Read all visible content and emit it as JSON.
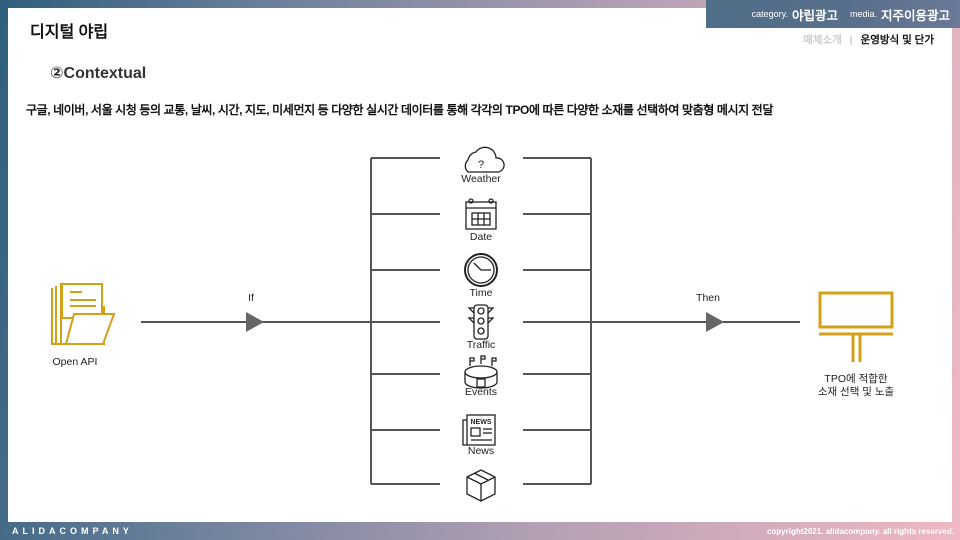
{
  "header": {
    "category_prefix": "category.",
    "category": "야립광고",
    "media_prefix": "media.",
    "media": "지주이용광고",
    "sub_inactive": "매체소개",
    "sub_sep": "|",
    "sub_active": "운영방식 및 단가"
  },
  "page": {
    "title": "디지털 야립",
    "section": "②Contextual",
    "description": "구글, 네이버, 서울 시청 등의 교통, 날씨, 시간, 지도, 미세먼지 등 다양한 실시간 데이터를 통해 각각의 TPO에 따른 다양한 소재를 선택하여 맞춤형 메시지 전달"
  },
  "diagram": {
    "source": "Open API",
    "if_label": "If",
    "then_label": "Then",
    "result_line1": "TPO에 적합한",
    "result_line2": "소재 선택 및 노출",
    "items": [
      {
        "label": "Weather",
        "icon": "cloud-question-icon"
      },
      {
        "label": "Date",
        "icon": "calendar-icon"
      },
      {
        "label": "Time",
        "icon": "clock-icon"
      },
      {
        "label": "Traffic",
        "icon": "traffic-light-icon"
      },
      {
        "label": "Events",
        "icon": "stadium-icon"
      },
      {
        "label": "News",
        "icon": "newspaper-icon"
      },
      {
        "label": "",
        "icon": "box-icon"
      }
    ],
    "accent": "#d4a017"
  },
  "footer": {
    "brand": "ALIDACOMPANY",
    "copyright": "copyright2021. alidacompany. all rights reserved."
  }
}
